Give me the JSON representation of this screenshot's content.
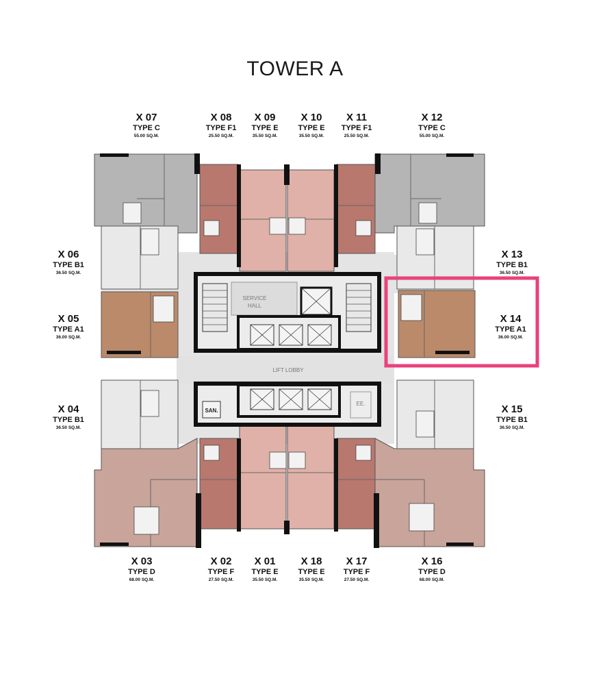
{
  "title": "TOWER A",
  "units": [
    {
      "id": "x07",
      "code": "X 07",
      "type": "TYPE C",
      "area": "55.00 SQ.M."
    },
    {
      "id": "x08",
      "code": "X 08",
      "type": "TYPE F1",
      "area": "25.50 SQ.M."
    },
    {
      "id": "x09",
      "code": "X 09",
      "type": "TYPE E",
      "area": "35.50 SQ.M."
    },
    {
      "id": "x10",
      "code": "X 10",
      "type": "TYPE E",
      "area": "35.50 SQ.M."
    },
    {
      "id": "x11",
      "code": "X 11",
      "type": "TYPE F1",
      "area": "25.50 SQ.M."
    },
    {
      "id": "x12",
      "code": "X 12",
      "type": "TYPE C",
      "area": "55.00 SQ.M."
    },
    {
      "id": "x06",
      "code": "X 06",
      "type": "TYPE B1",
      "area": "36.50 SQ.M."
    },
    {
      "id": "x13",
      "code": "X 13",
      "type": "TYPE B1",
      "area": "36.50 SQ.M."
    },
    {
      "id": "x05",
      "code": "X 05",
      "type": "TYPE A1",
      "area": "36.00 SQ.M."
    },
    {
      "id": "x14",
      "code": "X 14",
      "type": "TYPE A1",
      "area": "36.00 SQ.M."
    },
    {
      "id": "x04",
      "code": "X 04",
      "type": "TYPE B1",
      "area": "36.50 SQ.M."
    },
    {
      "id": "x15",
      "code": "X 15",
      "type": "TYPE B1",
      "area": "36.50 SQ.M."
    },
    {
      "id": "x03",
      "code": "X 03",
      "type": "TYPE D",
      "area": "68.00 SQ.M."
    },
    {
      "id": "x02",
      "code": "X 02",
      "type": "TYPE F",
      "area": "27.50 SQ.M."
    },
    {
      "id": "x01",
      "code": "X 01",
      "type": "TYPE E",
      "area": "35.50 SQ.M."
    },
    {
      "id": "x18",
      "code": "X 18",
      "type": "TYPE E",
      "area": "35.50 SQ.M."
    },
    {
      "id": "x17",
      "code": "X 17",
      "type": "TYPE F",
      "area": "27.50 SQ.M."
    },
    {
      "id": "x16",
      "code": "X 16",
      "type": "TYPE D",
      "area": "68.00 SQ.M."
    }
  ],
  "core": {
    "service_hall": [
      "SERVICE",
      "HALL"
    ],
    "lift_lobby": "LIFT LOBBY",
    "san": "SAN.",
    "ee": "EE."
  },
  "highlight": {
    "unit": "X 14",
    "color": "#e8427c"
  },
  "colors": {
    "type_c": "#b5b5b5",
    "type_f": "#b8786e",
    "type_e": "#e0b1a8",
    "type_b": "#e9e9e9",
    "type_a": "#bb8a6a",
    "type_d": "#c9a49a",
    "corridor": "#e4e4e4",
    "wall": "#111111"
  }
}
